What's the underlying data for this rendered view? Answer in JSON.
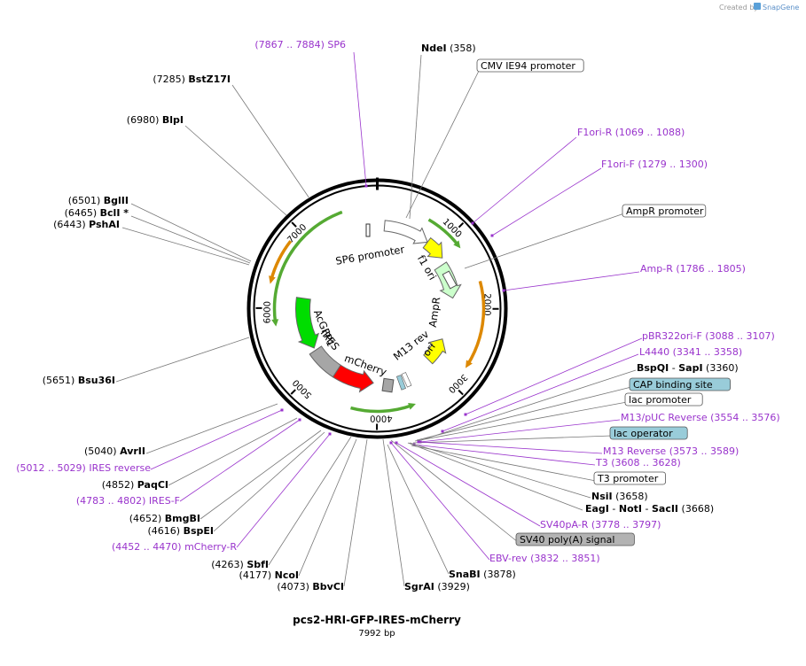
{
  "credit": "Created by",
  "brand": "SnapGene",
  "plasmid_name": "pcs2-HRI-GFP-IRES-mCherry",
  "plasmid_size": "7992 bp",
  "ticks": [
    {
      "label": "1000",
      "icon": "tick-1000"
    },
    {
      "label": "2000",
      "icon": "tick-2000"
    },
    {
      "label": "3000",
      "icon": "tick-3000"
    },
    {
      "label": "4000",
      "icon": "tick-4000"
    },
    {
      "label": "5000",
      "icon": "tick-5000"
    },
    {
      "label": "6000",
      "icon": "tick-6000"
    },
    {
      "label": "7000",
      "icon": "tick-7000"
    }
  ],
  "feature_labels": [
    {
      "text": "SP6 promoter"
    },
    {
      "text": "f1 ori"
    },
    {
      "text": "AmpR"
    },
    {
      "text": "ori"
    },
    {
      "text": "M13 rev"
    },
    {
      "text": "mCherry"
    },
    {
      "text": "IRES"
    },
    {
      "text": "AcGFP1"
    }
  ],
  "annotations": [
    {
      "pos": "(7867 .. 7884)",
      "name": "SP6",
      "kind": "primer"
    },
    {
      "name": "NdeI",
      "pos": "(358)",
      "kind": "enzyme"
    },
    {
      "name": "CMV IE94 promoter",
      "kind": "feature-box",
      "color": "#ffffff"
    },
    {
      "pos": "(7285)",
      "name": "BstZ17I",
      "kind": "enzyme"
    },
    {
      "pos": "(6980)",
      "name": "BlpI",
      "kind": "enzyme"
    },
    {
      "name": "F1ori-R",
      "pos": "(1069 .. 1088)",
      "kind": "primer"
    },
    {
      "name": "F1ori-F",
      "pos": "(1279 .. 1300)",
      "kind": "primer"
    },
    {
      "name": "AmpR promoter",
      "kind": "feature-box",
      "color": "#ffffff"
    },
    {
      "pos": "(6501)",
      "name": "BglII",
      "kind": "enzyme"
    },
    {
      "pos": "(6465)",
      "name": "BclI *",
      "kind": "enzyme"
    },
    {
      "pos": "(6443)",
      "name": "PshAI",
      "kind": "enzyme"
    },
    {
      "name": "Amp-R",
      "pos": "(1786 .. 1805)",
      "kind": "primer"
    },
    {
      "name": "pBR322ori-F",
      "pos": "(3088 .. 3107)",
      "kind": "primer"
    },
    {
      "name": "L4440",
      "pos": "(3341 .. 3358)",
      "kind": "primer"
    },
    {
      "name": "BspQI",
      "sep": "-",
      "name2": "SapI",
      "pos": "(3360)",
      "kind": "enzyme2"
    },
    {
      "pos": "(5651)",
      "name": "Bsu36I",
      "kind": "enzyme"
    },
    {
      "name": "CAP binding site",
      "kind": "feature-box",
      "color": "#99ccd9"
    },
    {
      "name": "lac promoter",
      "kind": "feature-box",
      "color": "#ffffff"
    },
    {
      "name": "M13/pUC Reverse",
      "pos": "(3554 .. 3576)",
      "kind": "primer"
    },
    {
      "name": "lac operator",
      "kind": "feature-box",
      "color": "#99ccd9"
    },
    {
      "pos": "(5040)",
      "name": "AvrII",
      "kind": "enzyme"
    },
    {
      "name": "M13 Reverse",
      "pos": "(3573 .. 3589)",
      "kind": "primer"
    },
    {
      "pos": "(5012 .. 5029)",
      "name": "IRES reverse",
      "kind": "primer"
    },
    {
      "name": "T3",
      "pos": "(3608 .. 3628)",
      "kind": "primer"
    },
    {
      "pos": "(4852)",
      "name": "PaqCI",
      "kind": "enzyme"
    },
    {
      "name": "T3 promoter",
      "kind": "feature-box",
      "color": "#ffffff"
    },
    {
      "name": "NsiI",
      "pos": "(3658)",
      "kind": "enzyme"
    },
    {
      "pos": "(4783 .. 4802)",
      "name": "IRES-F",
      "kind": "primer"
    },
    {
      "name": "EagI",
      "sep": "-",
      "name2": "NotI",
      "sep2": "-",
      "name3": "SacII",
      "pos": "(3668)",
      "kind": "enzyme3"
    },
    {
      "pos": "(4652)",
      "name": "BmgBI",
      "kind": "enzyme"
    },
    {
      "pos": "(4616)",
      "name": "BspEI",
      "kind": "enzyme"
    },
    {
      "name": "SV40pA-R",
      "pos": "(3778 .. 3797)",
      "kind": "primer"
    },
    {
      "name": "SV40 poly(A) signal",
      "kind": "feature-box",
      "color": "#b3b3b3"
    },
    {
      "pos": "(4452 .. 4470)",
      "name": "mCherry-R",
      "kind": "primer"
    },
    {
      "name": "EBV-rev",
      "pos": "(3832 .. 3851)",
      "kind": "primer"
    },
    {
      "pos": "(4263)",
      "name": "SbfI",
      "kind": "enzyme"
    },
    {
      "name": "SnaBI",
      "pos": "(3878)",
      "kind": "enzyme"
    },
    {
      "pos": "(4177)",
      "name": "NcoI",
      "kind": "enzyme"
    },
    {
      "pos": "(4073)",
      "name": "BbvCI",
      "kind": "enzyme"
    },
    {
      "name": "SgrAI",
      "pos": "(3929)",
      "kind": "enzyme"
    }
  ],
  "colors": {
    "primer": "#9933cc",
    "enzyme": "#000000",
    "leader": "#777777",
    "f1_ori": "#ffff00",
    "ampr": "#ccffcc",
    "ori": "#ffff00",
    "mcherry": "#ff0000",
    "ires": "#a6a6a6",
    "acgfp1": "#00dd00",
    "orf_green": "#55aa33",
    "orf_orange": "#dd8800"
  }
}
